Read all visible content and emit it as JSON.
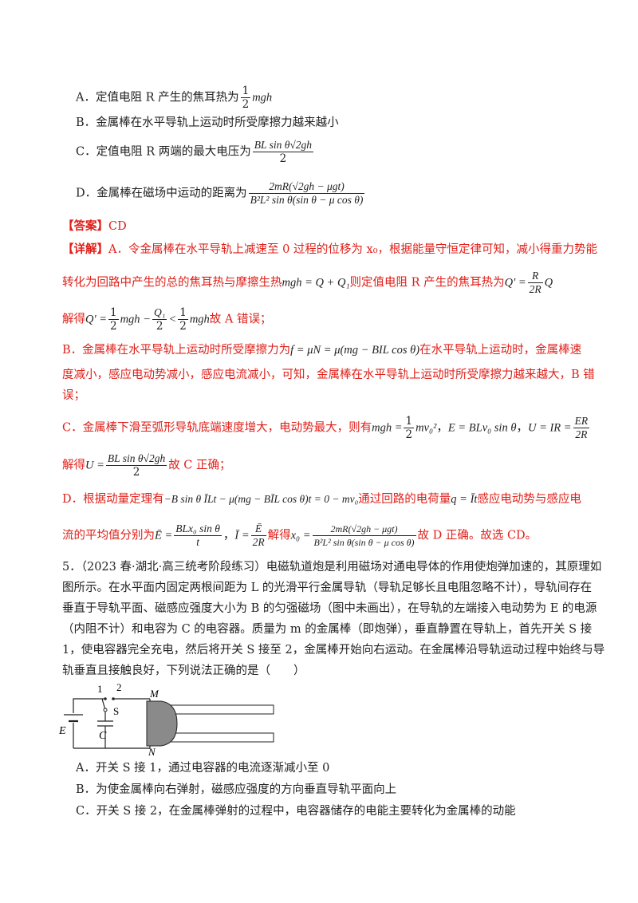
{
  "options_prev": {
    "A": {
      "text": "A．定值电阻 R 产生的焦耳热为",
      "num": "1",
      "den": "2",
      "tail": "mgh"
    },
    "B": {
      "text": "B．金属棒在水平导轨上运动时所受摩擦力越来越小"
    },
    "C": {
      "text": "C．定值电阻 R 两端的最大电压为",
      "num": "BL sin θ√2gh",
      "den": "2"
    },
    "D": {
      "text": "D．金属棒在磁场中运动的距离为",
      "num": "2mR(√2gh − μgt)",
      "den": "B²L² sin θ(sin θ − μ cos θ)"
    }
  },
  "answer": {
    "label": "【答案】",
    "value": "CD"
  },
  "detail": {
    "label": "【详解】",
    "a1": "A．令金属棒在水平导轨上减速至 0 过程的位移为 x₀，根据能量守恒定律可知，减小得重力势能",
    "a2_pre": "转化为回路中产生的总的焦耳热与摩擦生热",
    "a2_math": "mgh = Q + Q₁",
    "a2_mid": "则定值电阻 R 产生的焦耳热为",
    "a2_lhs": "Q' =",
    "a2_num": "R",
    "a2_den": "2R",
    "a2_tail": "Q",
    "a3_pre": "解得",
    "a3_lhs": "Q' =",
    "a3_f1n": "1",
    "a3_f1d": "2",
    "a3_t1": "mgh −",
    "a3_f2n": "Q₁",
    "a3_f2d": "2",
    "a3_t2": "<",
    "a3_f3n": "1",
    "a3_f3d": "2",
    "a3_t3": "mgh",
    "a3_post": "故 A 错误；",
    "b1_pre": "B．金属棒在水平导轨上运动时所受摩擦力为",
    "b1_math": "f = μN = μ(mg − BIL cos θ)",
    "b1_post": "在水平导轨上运动时，金属棒速",
    "b2": "度减小，感应电动势减小，感应电流减小，可知，金属棒在水平导轨上运动时所受摩擦力越来越大，B 错",
    "b3": "误；",
    "c1_pre": "C．金属棒下滑至弧形导轨底端速度增大，电动势最大，则有",
    "c1_m1": "mgh =",
    "c1_f1n": "1",
    "c1_f1d": "2",
    "c1_t1": "mv₀²",
    "c1_m2": "E = BLv₀ sin θ",
    "c1_m3": "U = IR =",
    "c1_f3n": "ER",
    "c1_f3d": "2R",
    "c2_pre": "解得",
    "c2_lhs": "U =",
    "c2_num": "BL sin θ√2gh",
    "c2_den": "2",
    "c2_post": "故 C 正确；",
    "d1_pre": "D．根据动量定理有",
    "d1_math": "−B sin θ ĪLt − μ(mg − BĪL cos θ)t = 0 − mv₀",
    "d1_mid": "通过回路的电荷量",
    "d1_math2": "q = Īt",
    "d1_post": "感应电动势与感应电",
    "d2_pre": "流的平均值分别为",
    "d2_lhs1": "Ē =",
    "d2_f1n": "BLx₀ sin θ",
    "d2_f1d": "t",
    "d2_lhs2": "Ī =",
    "d2_f2n": "Ē",
    "d2_f2d": "2R",
    "d2_mid": "解得",
    "d2_lhs3": "x₀ =",
    "d2_f3n": "2mR(√2gh − μgt)",
    "d2_f3d": "B²L² sin θ(sin θ − μ cos θ)",
    "d2_post": "故 D 正确。故选 CD。"
  },
  "q5": {
    "line1": "5．（2023 春·湖北·高三统考阶段练习）电磁轨道炮是利用磁场对通电导体的作用使炮弹加速的，其原理如",
    "line2": "图所示。在水平面内固定两根间距为 L 的光滑平行金属导轨（导轨足够长且电阻忽略不计），导轨间存在",
    "line3": "垂直于导轨平面、磁感应强度大小为 B 的匀强磁场（图中未画出），在导轨的左端接入电动势为 E 的电源",
    "line4": "（内阻不计）和电容为 C 的电容器。质量为 m 的金属棒（即炮弹），垂直静置在导轨上，首先开关 S 接",
    "line5": "1，使电容器完全充电，然后将开关 S 接至 2，金属棒开始向右运动。在金属棒沿导轨运动过程中始终与导",
    "line6": "轨垂直且接触良好，下列说法正确的是（　　）",
    "figure": {
      "l1": "1",
      "l2": "2",
      "lS": "S",
      "lE": "E",
      "lC": "C",
      "lM": "M",
      "lN": "N"
    },
    "options": {
      "A": "A．开关 S 接 1，通过电容器的电流逐渐减小至 0",
      "B": "B．为使金属棒向右弹射，磁感应强度的方向垂直导轨平面向上",
      "C": "C．开关 S 接 2，在金属棒弹射的过程中，电容器储存的电能主要转化为金属棒的动能"
    }
  }
}
